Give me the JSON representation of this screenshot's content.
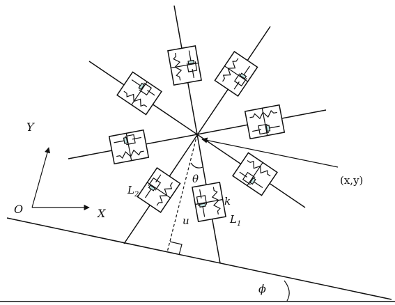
{
  "labels": {
    "Y": "Y",
    "X": "X",
    "O": "O",
    "theta": "θ",
    "k": "k",
    "u": "u",
    "L1": "L",
    "L1_sub": "1",
    "L2": "L",
    "L2_sub": "2",
    "xy": "(x,y)",
    "phi": "ϕ"
  },
  "colors": {
    "line": "#111111",
    "damper_piston": "#bfe3e1"
  }
}
